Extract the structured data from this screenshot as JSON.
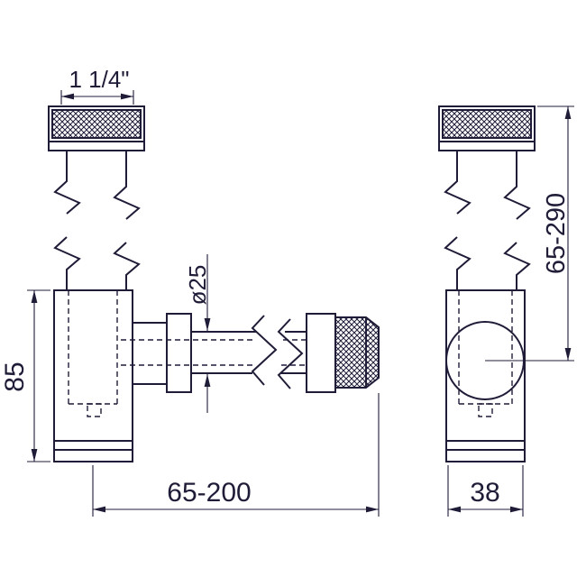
{
  "drawing": {
    "line_color": "#1f1c38",
    "background_color": "#ffffff",
    "labels": {
      "thread_size": "1 1/4\"",
      "body_height": "85",
      "pipe_diameter": "ø25",
      "horizontal_range": "65-200",
      "vertical_range": "65-290",
      "body_width": "38"
    }
  }
}
